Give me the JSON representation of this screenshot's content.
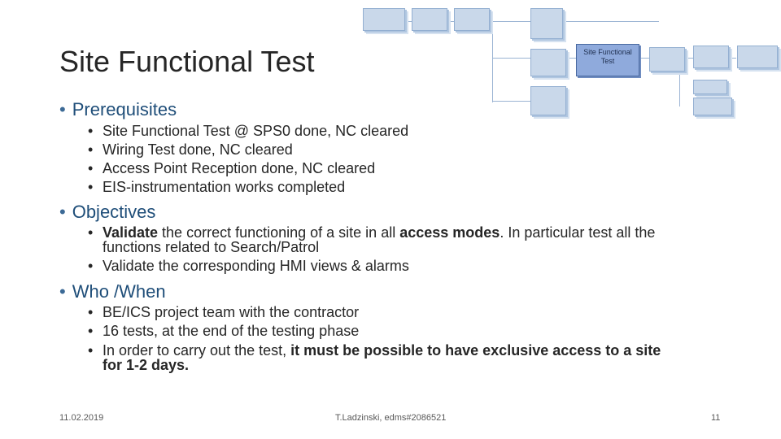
{
  "slide": {
    "title": "Site Functional Test",
    "sections": {
      "prerequisites": {
        "heading": "Prerequisites",
        "items": [
          "Site Functional Test @ SPS0 done, NC cleared",
          "Wiring Test done, NC cleared",
          "Access Point Reception done, NC cleared",
          "EIS-instrumentation works completed"
        ]
      },
      "objectives": {
        "heading": "Objectives",
        "item1": {
          "bold_validate": "Validate",
          "text_a": " the correct functioning of a site in all ",
          "bold_modes": "access modes",
          "text_b": ". In particular test all the",
          "line2": "functions related to Search/Patrol"
        },
        "item2": "Validate the corresponding HMI views & alarms"
      },
      "who_when": {
        "heading": "Who /When",
        "items": [
          "BE/ICS project team with the contractor",
          "16 tests, at the end of the testing phase"
        ],
        "item3": {
          "text": "In order to carry out the test, ",
          "bold_line1": "it must be possible to have exclusive access to a site",
          "bold_line2": "for 1-2 days."
        }
      }
    },
    "diagram": {
      "highlight_box": "Site Functional Test"
    },
    "footer": {
      "date": "11.02.2019",
      "author": "T.Ladzinski, edms#2086521",
      "page": "11"
    },
    "bullet_glyph": "•"
  }
}
